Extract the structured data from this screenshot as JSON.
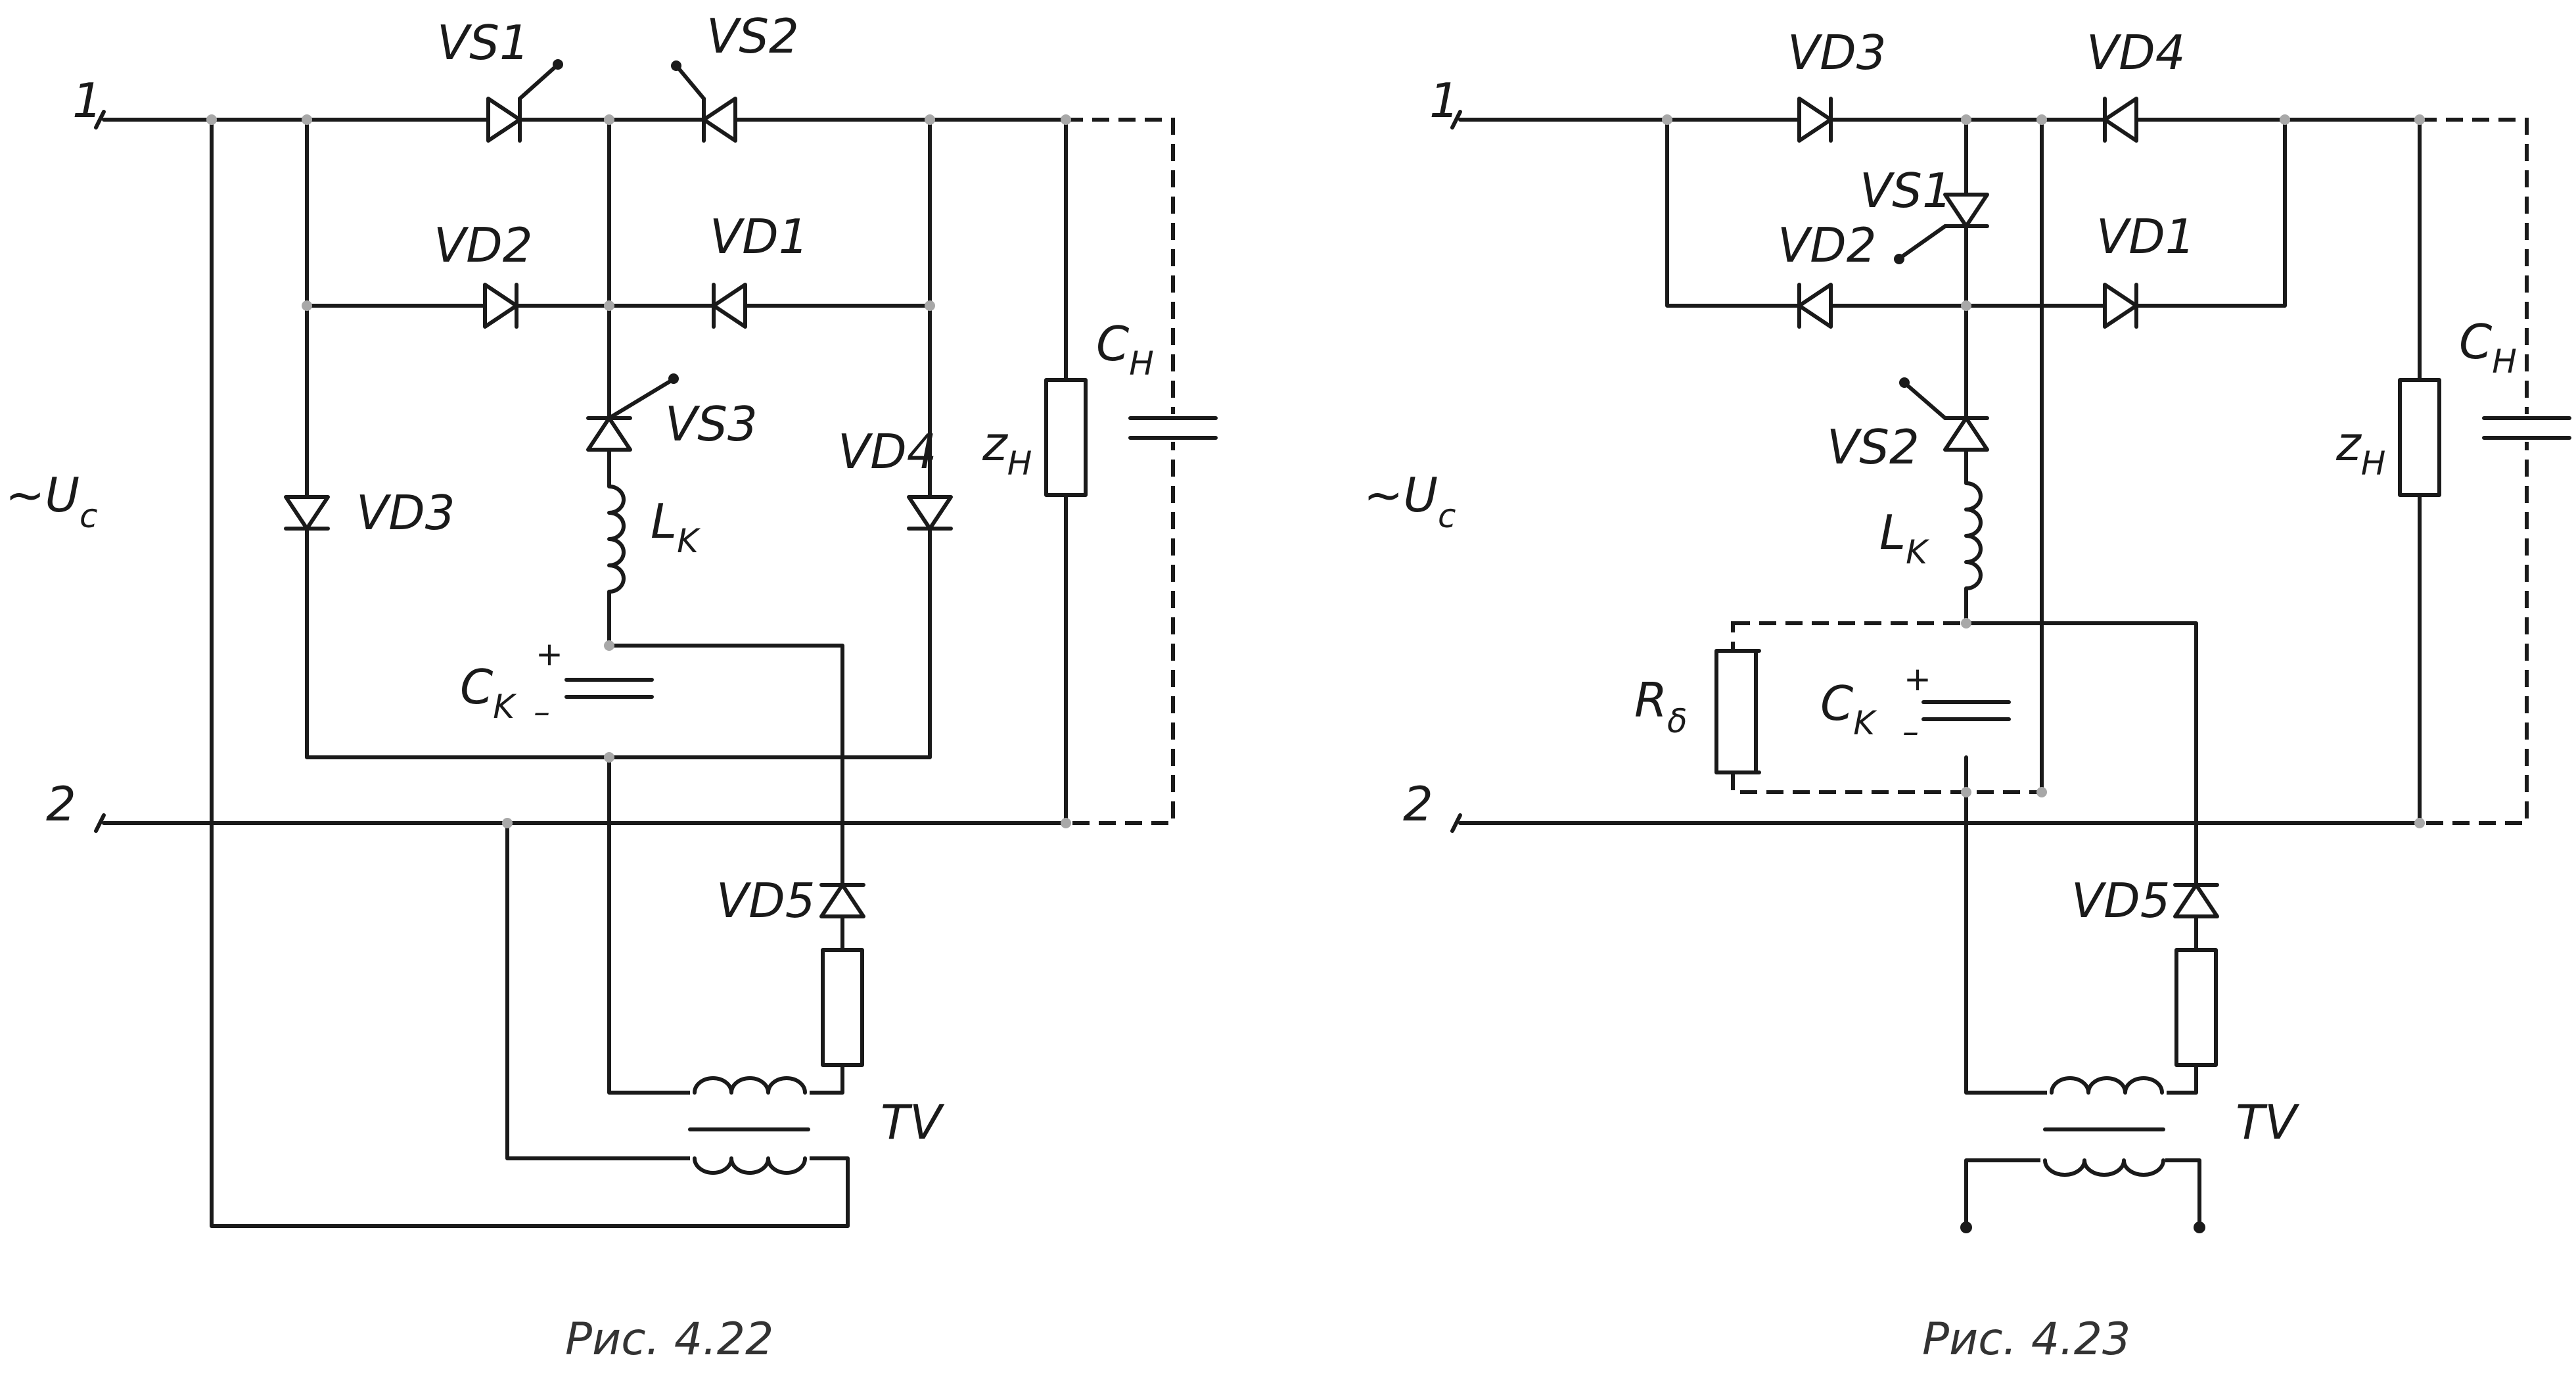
{
  "figures": [
    {
      "caption": "Рис. 4.22",
      "terminals": {
        "t1": "1",
        "t2": "2"
      },
      "source": {
        "prefix": "~U",
        "sub": "c"
      },
      "components": {
        "vs1": "VS1",
        "vs2": "VS2",
        "vs3": "VS3",
        "vd1": "VD1",
        "vd2": "VD2",
        "vd3": "VD3",
        "vd4": "VD4",
        "vd5": "VD5",
        "lk": {
          "main": "L",
          "sub": "K"
        },
        "ck": {
          "main": "C",
          "sub": "K",
          "plus": "+",
          "minus": "–"
        },
        "zh": {
          "main": "z",
          "sub": "H"
        },
        "ch": {
          "main": "C",
          "sub": "H"
        },
        "tv": "TV"
      }
    },
    {
      "caption": "Рис. 4.23",
      "terminals": {
        "t1": "1",
        "t2": "2"
      },
      "source": {
        "prefix": "~U",
        "sub": "c"
      },
      "components": {
        "vs1": "VS1",
        "vs2": "VS2",
        "vd1": "VD1",
        "vd2": "VD2",
        "vd3": "VD3",
        "vd4": "VD4",
        "vd5": "VD5",
        "lk": {
          "main": "L",
          "sub": "K"
        },
        "ck": {
          "main": "C",
          "sub": "K",
          "plus": "+",
          "minus": "–"
        },
        "rb": {
          "main": "R",
          "sub": "δ"
        },
        "zh": {
          "main": "z",
          "sub": "H"
        },
        "ch": {
          "main": "C",
          "sub": "H"
        },
        "tv": "TV"
      }
    }
  ]
}
